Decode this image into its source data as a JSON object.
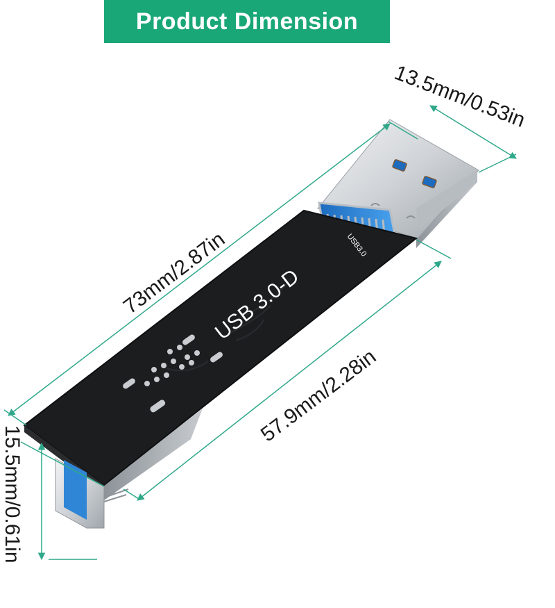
{
  "title": "Product Dimension",
  "board": {
    "product_label": "USB 3.0-D",
    "silkscreen_label": "USB3.0"
  },
  "dimensions": {
    "total_length": "73mm/2.87in",
    "board_length": "57.9mm/2.28in",
    "plug_width": "13.5mm/0.53in",
    "height": "15.5mm/0.61in"
  },
  "colors": {
    "banner": "#1aa777",
    "dimension_line": "#2fa88a",
    "pcb": "#1c1d1f",
    "usb_blue": "#2f86d6",
    "metal": "#c9cdd1"
  }
}
